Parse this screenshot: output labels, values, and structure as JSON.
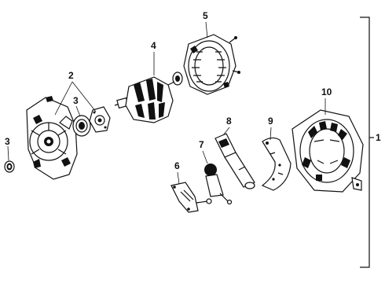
{
  "diagram": {
    "callouts": {
      "c1": "1",
      "c2": "2",
      "c3a": "3",
      "c3b": "3",
      "c4": "4",
      "c5": "5",
      "c6": "6",
      "c7": "7",
      "c8": "8",
      "c9": "9",
      "c10": "10"
    },
    "parts": [
      {
        "id": "washer",
        "callout": "3",
        "icon": "washer-icon"
      },
      {
        "id": "front-housing",
        "callout": "2",
        "icon": "front-housing-icon"
      },
      {
        "id": "bearing",
        "callout": "3",
        "icon": "bearing-icon"
      },
      {
        "id": "retainer-plate",
        "callout": "2",
        "icon": "retainer-plate-icon"
      },
      {
        "id": "rotor",
        "callout": "4",
        "icon": "rotor-icon"
      },
      {
        "id": "stator",
        "callout": "5",
        "icon": "stator-icon"
      },
      {
        "id": "regulator",
        "callout": "6",
        "icon": "regulator-icon"
      },
      {
        "id": "brush",
        "callout": "7",
        "icon": "brush-icon"
      },
      {
        "id": "brush-holder",
        "callout": "8",
        "icon": "brush-holder-icon"
      },
      {
        "id": "rectifier",
        "callout": "9",
        "icon": "rectifier-icon"
      },
      {
        "id": "rear-housing",
        "callout": "10",
        "icon": "rear-housing-icon"
      }
    ]
  }
}
